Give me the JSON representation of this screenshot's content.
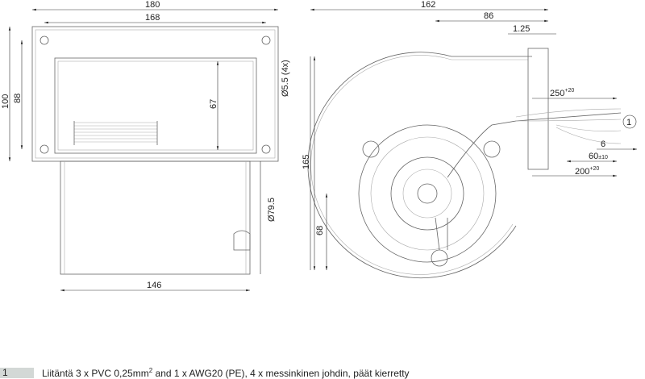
{
  "front_view": {
    "dim_width_outer": "180",
    "dim_width_holes": "168",
    "dim_height_outer": "100",
    "dim_height_holes": "88",
    "dim_outlet_height": "67",
    "dim_hole_diameter": "Ø5.5 (4x)",
    "dim_inlet_diameter": "Ø79.5",
    "dim_housing_width": "146"
  },
  "side_view": {
    "dim_total_width": "162",
    "dim_center_offset": "86",
    "dim_flange_thickness": "1.25",
    "dim_total_height": "165",
    "dim_center_height": "68",
    "dim_cable_length": "250",
    "dim_cable_length_tol": "+20",
    "dim_strip_length": "6",
    "dim_wire_split": "60",
    "dim_wire_split_tol": "±10",
    "dim_cable_sheath": "200",
    "dim_cable_sheath_tol": "+20",
    "callout_number": "1"
  },
  "caption": {
    "number": "1",
    "text_before": "Liitäntä 3 x PVC 0,25mm",
    "superscript": "2",
    "text_after": " and 1 x AWG20 (PE), 4 x messinkinen johdin, päät kierretty"
  }
}
